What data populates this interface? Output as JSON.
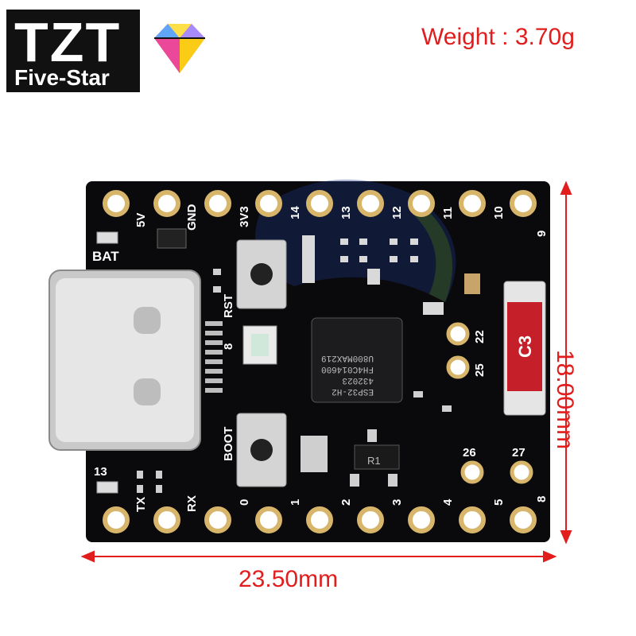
{
  "logo": {
    "brand": "TZT",
    "subtitle": "Five-Star"
  },
  "weight_label": "Weight : 3.70g",
  "dimensions": {
    "width_label": "23.50mm",
    "height_label": "18.00mm"
  },
  "board": {
    "chip_text": [
      "ESP32-H2",
      "432023",
      "FH4C014600",
      "U800MAX219"
    ],
    "top_labels": [
      "5V",
      "GND",
      "3V3",
      "14",
      "13",
      "12",
      "11",
      "10",
      "9"
    ],
    "bottom_labels": [
      "TX",
      "RX",
      "0",
      "1",
      "2",
      "3",
      "4",
      "5",
      "8"
    ],
    "side_labels": {
      "bat": "BAT",
      "rst": "RST",
      "boot": "BOOT",
      "led8": "8",
      "led13": "13"
    },
    "pad_labels": {
      "p22": "22",
      "p25": "25",
      "p26": "26",
      "p27": "27"
    },
    "component_labels": {
      "c3": "C3",
      "r1": "R1"
    },
    "colors": {
      "pcb": "#0a0a0c",
      "gold": "#d7b56a",
      "dim_red": "#e11d1d",
      "c3_red": "#c51f2a"
    }
  }
}
